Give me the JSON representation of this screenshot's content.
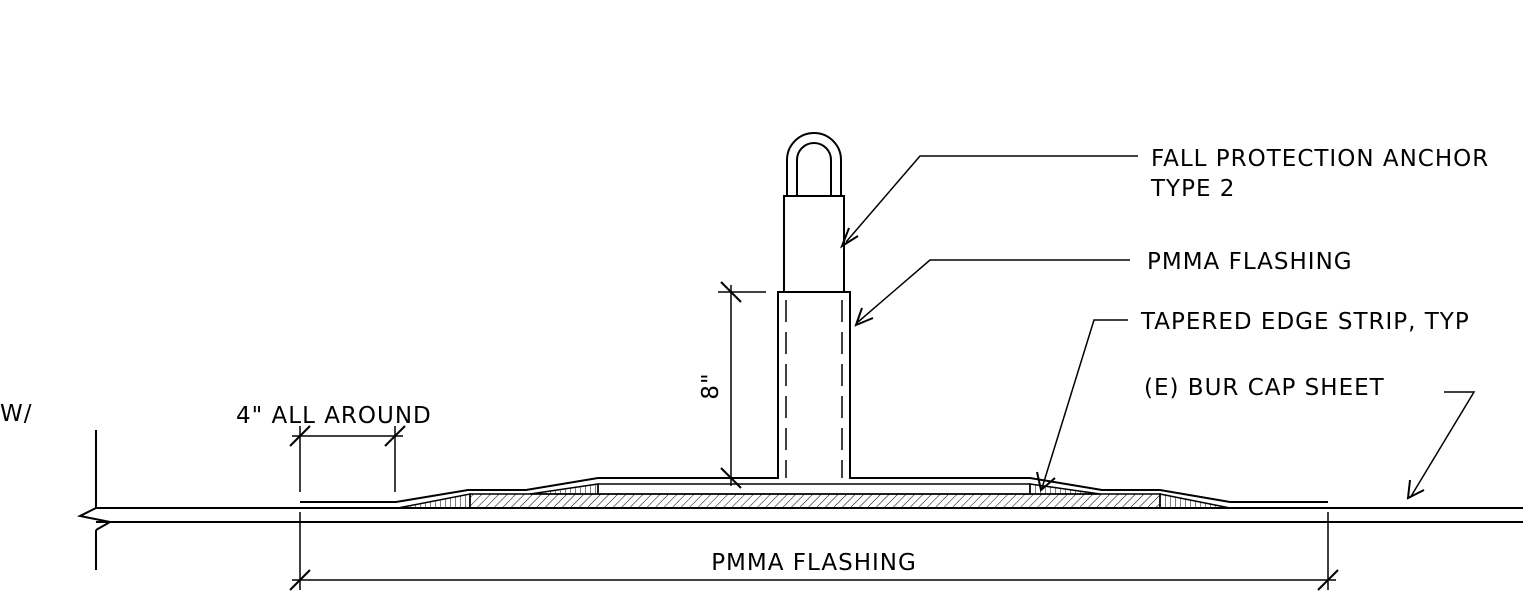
{
  "labels": {
    "anchor_line1": "FALL PROTECTION ANCHOR",
    "anchor_line2": "TYPE 2",
    "pmma_flashing_callout": "PMMA FLASHING",
    "tapered_edge_strip": "TAPERED EDGE STRIP, TYP",
    "bur_cap_sheet": "(E) BUR CAP SHEET",
    "clipped_left_text": "W/"
  },
  "dimensions": {
    "height_dim": "8\"",
    "lap_dim": "4\" ALL AROUND",
    "bottom_dim": "PMMA FLASHING"
  }
}
